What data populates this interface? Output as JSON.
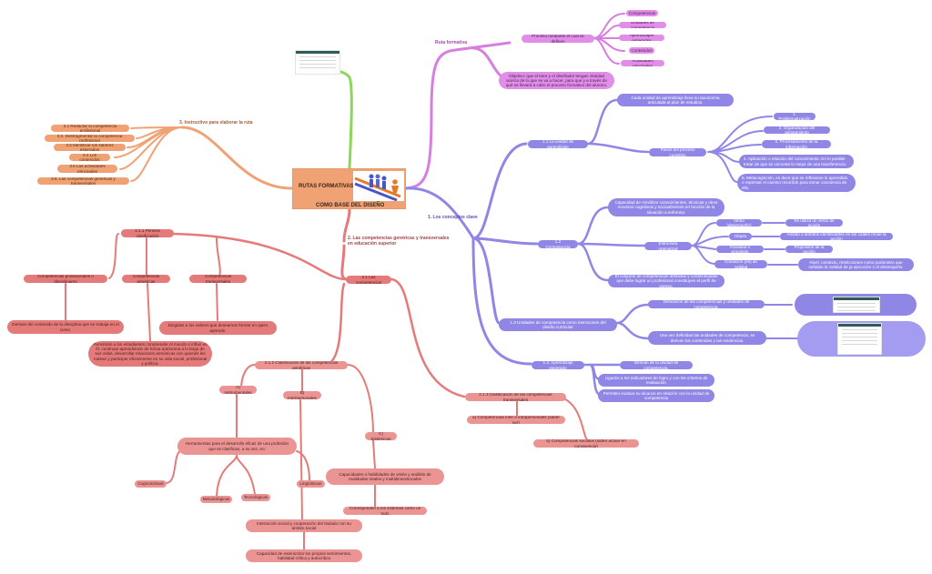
{
  "central": {
    "title_line1": "RUTAS FORMATIVAS",
    "title_line2": "COMO BASE DEL DISEÑO",
    "image_icon": "people-race-icon"
  },
  "colors": {
    "central": "#f0a274",
    "branch_ruta": "#d77ee0",
    "branch_conceptos": "#8f86e6",
    "branch_competencias": "#e57a7a",
    "branch_instructivo": "#f0a274",
    "branch_image": "#8cd65a"
  },
  "ruta_formativa": {
    "label": "Ruta formativa",
    "proceso": "Proceso mediante el cual se definen",
    "items": [
      "Competencias",
      "Unidades de competencia",
      "Aprendizajes esperados",
      "Contenidos",
      "Actividades principales"
    ],
    "objetivo": "Objetivo: que el tutor y el diseñador tengan claridad acerca de lo que se va a hacer, para qué y a través de qué se llevará a cabo el proceso formativo del alumno."
  },
  "conceptos": {
    "label": "1. Los conceptos clave",
    "unidad": {
      "label": "1.1 La unidad de aprendizaje",
      "desc": "Cada unidad de aprendizaje lleva su taxonomía articulada al plan de estudios.",
      "pasos_label": "Pasos del proceso cognitivo",
      "pasos": [
        "1. Problematización",
        "2. Organización del pensamiento",
        "3. Procesamiento de la información",
        "4. Aplicación o relación del conocimiento. En lo posible tratar de que se concrete lo mejor de una transferencia.",
        "5. Metacognición, es decir que se reflexione lo aprendido o repensar el camino recorrido para tomar conciencia de ello."
      ]
    },
    "competencia": {
      "label": "1.2 Competencia",
      "desc": "Capacidad de movilizar conocimientos, técnicas y otros recursos cognitivos y socioafectivos en función de la situación a enfrentar.",
      "estructura_label": "Estructura gramatical",
      "estructura": [
        {
          "k": "Verbo (desempeño)",
          "v": "Se utiliza un verbo de acción"
        },
        {
          "k": "Objeto",
          "v": "Ámbito o ámbitos identificables en los cuales recae la acción"
        },
        {
          "k": "Finalidad o propósito",
          "v": "Propósitos de la acción"
        },
        {
          "k": "Condición (es) de calidad",
          "v": "Nivel, contexto, restricciones como parámetro que señalan la calidad de ja ejecución o el desempeño."
        }
      ],
      "perfil": "El conjunto de competencias definidas y consensuadas que debe lograr un profesional constituyen el perfil de egreso."
    },
    "unidades": {
      "label": "1.3 Unidades de competencia como intenciones del diseño curricular",
      "items": [
        "Derivación de las competencias y unidades de competencia.",
        "Una vez definidas las unidades de competencia, se derivan los contenidos y las evidencias."
      ]
    },
    "aprendizaje": {
      "label": "1.4. Aprendizaje esperado",
      "items": [
        "Derivan de la unidad de competencia.",
        "Ligados a los indicadores de logro y con los criterios de evaluación",
        "Permiten evaluar su alcance en relación con la unidad de competencia"
      ]
    }
  },
  "competencias_branch": {
    "label": "2. Las competencias genéricas y transversales en educación superior",
    "hub": "2.1 Las competencias",
    "primera": {
      "label": "2.1.1 Primera clasificación",
      "items": [
        {
          "k": "Competencias profesionales o disciplinares",
          "v": "Derivan del contenido de la disciplina que se trabaja en el curso."
        },
        {
          "k": "Competencias genéricas",
          "v": "Permitirán a los estudiantes comprender el mundo e influir en él, continuar aprendiendo de forma autónoma a lo largo de sus vidas, desarrollar relaciones armónicas con quienes les rodean y participar eficazmente en su vida social, profesional y política."
        },
        {
          "k": "Competencias transversales",
          "v": "Dirigidas a los valores que deseamos formar en quien aprende."
        }
      ]
    },
    "genericas": {
      "label": "2.1.2 Clasificación de las competencias genéricas",
      "instrumentales": "A) Instrumentales",
      "herramientas": "Herramientas para el desarrollo eficaz de una profesión que se clasifican, a su vez, en:",
      "tipos": [
        "Cognoscitivas",
        "Metodológicas",
        "Tecnológicas",
        "Lingüísticas"
      ],
      "interpersonales": "B) Interpersonales",
      "interaccion": "Interacción social y cooperación del titulado con su ámbito social",
      "capacidad": "Capacidad de exteriorizar los propios sentimientos, habilidad crítica y autocrítica",
      "sistemicas": "C) Sistémicas",
      "vision": "Capacidades o habilidades de visión y análisis de realidades totales y multidimensionales",
      "sistemas": "Corresponden a los sistemas como un todo"
    },
    "transversales": {
      "label": "2.1.3 Clasificación de las competencias transversales",
      "a": "a) Competencias inter e intrapersonales (saber ser)",
      "b": "b) Competencias sociales (saber actuar en convivencia)"
    }
  },
  "instructivo": {
    "label": "3. Instructivo para elaborar la ruta",
    "items": [
      "3.1 Redactar la competencia profesional",
      "3.2. Desfragmentar la competencia profesional",
      "3.3 Identificar los saberes esperados",
      "3.4 Los contenidos",
      "3.5 Las actividades principales",
      "3.6. Las competencias genéricas y transversales"
    ]
  },
  "attachments": {
    "top_image": "table-thumbnail-icon",
    "unidades_images": [
      "table-thumbnail-icon",
      "table-thumbnail-icon"
    ]
  }
}
